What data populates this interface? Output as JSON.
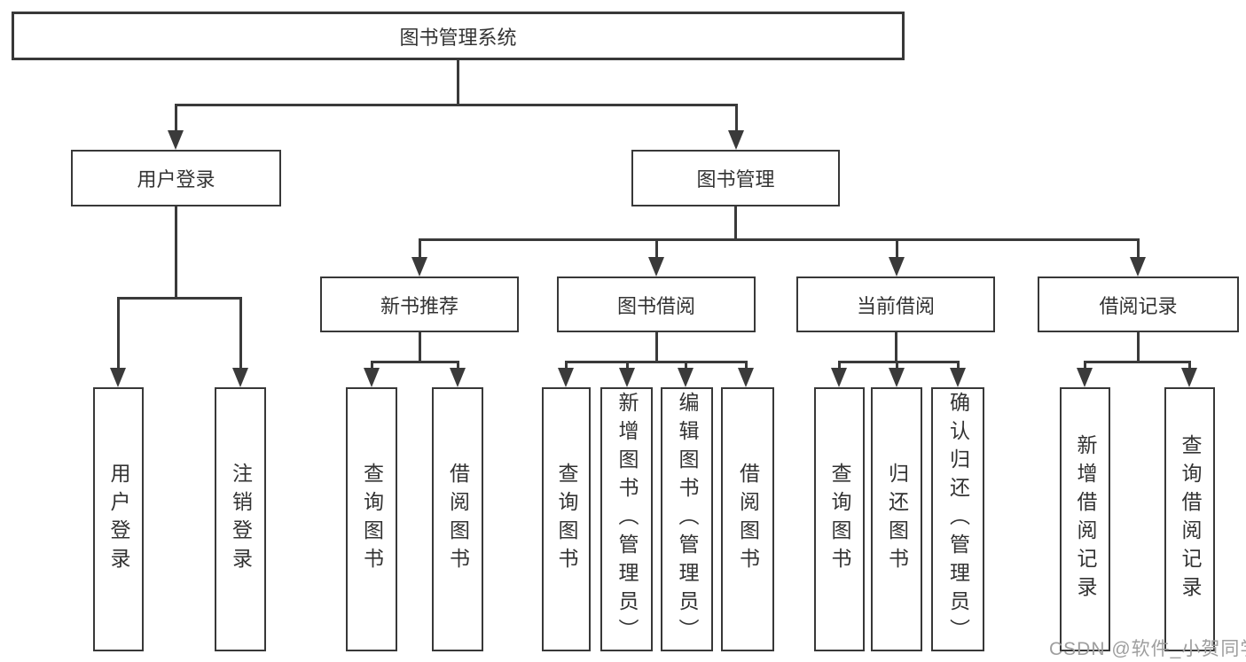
{
  "diagram": {
    "root": {
      "label": "图书管理系统"
    },
    "branches": [
      {
        "label": "用户登录",
        "children": [
          {
            "label": "用户登录"
          },
          {
            "label": "注销登录"
          }
        ]
      },
      {
        "label": "图书管理",
        "groups": [
          {
            "label": "新书推荐",
            "children": [
              {
                "label": "查询图书"
              },
              {
                "label": "借阅图书"
              }
            ]
          },
          {
            "label": "图书借阅",
            "children": [
              {
                "label": "查询图书"
              },
              {
                "label": "新增图书（管理员）"
              },
              {
                "label": "编辑图书（管理员）"
              },
              {
                "label": "借阅图书"
              }
            ]
          },
          {
            "label": "当前借阅",
            "children": [
              {
                "label": "查询图书"
              },
              {
                "label": "归还图书"
              },
              {
                "label": "确认归还（管理员）"
              }
            ]
          },
          {
            "label": "借阅记录",
            "children": [
              {
                "label": "新增借阅记录"
              },
              {
                "label": "查询借阅记录"
              }
            ]
          }
        ]
      }
    ]
  },
  "watermark": {
    "text": "CSDN @软件_小贺同学"
  },
  "colors": {
    "line": "#3a3a3a",
    "text": "#333333",
    "box_fill": "#ffffff",
    "watermark": "#9e9e9e",
    "background": "#ffffff"
  }
}
